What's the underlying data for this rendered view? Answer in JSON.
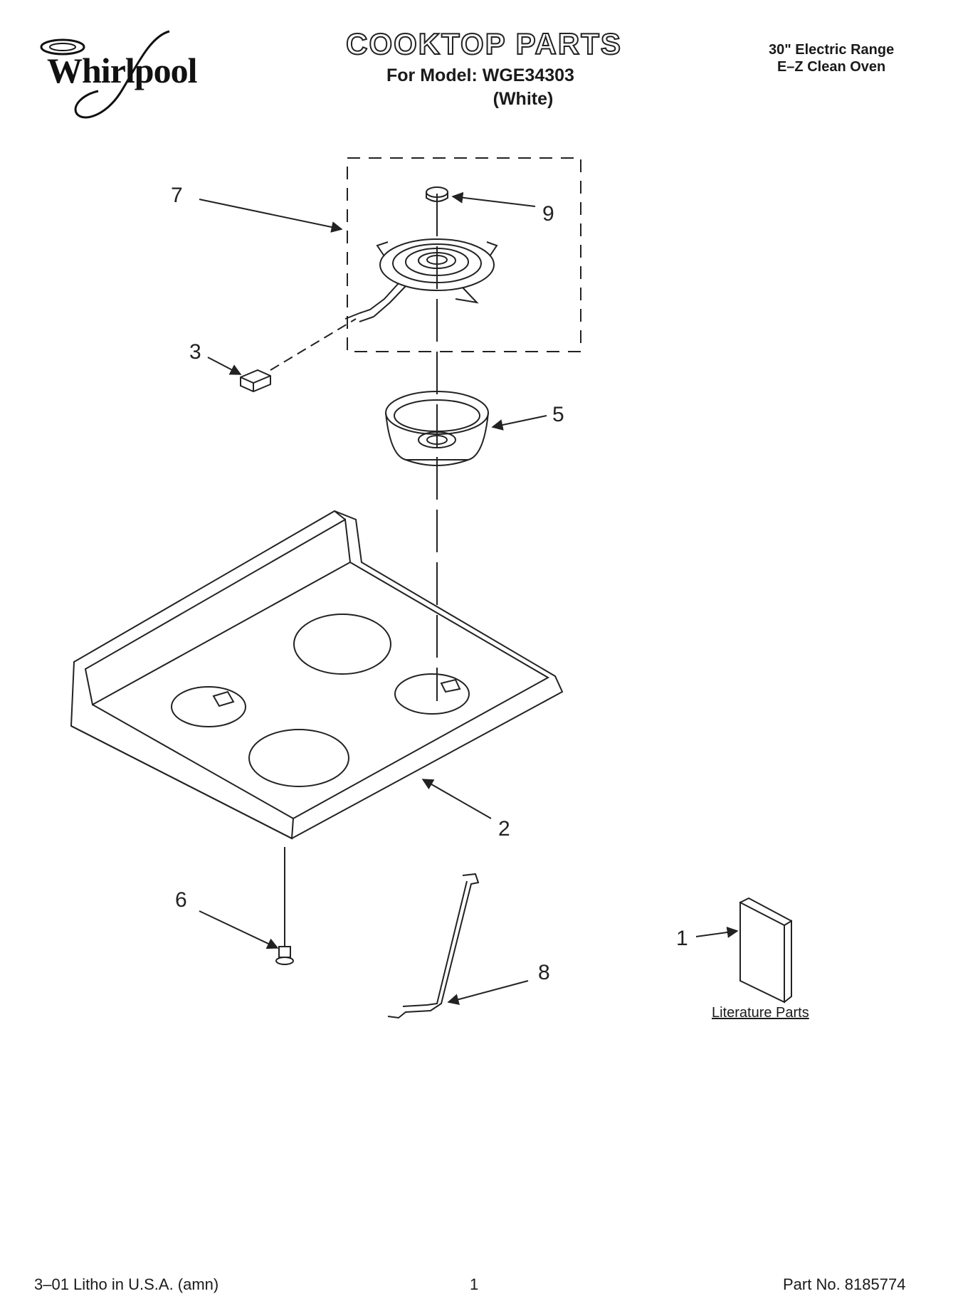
{
  "brand": {
    "logo_text": "Whirlpool"
  },
  "header": {
    "title": "COOKTOP PARTS",
    "model_line": "For Model: WGE34303",
    "color_line": "(White)",
    "product_line1": "30\" Electric Range",
    "product_line2": "E–Z Clean Oven"
  },
  "callouts": [
    "7",
    "9",
    "3",
    "5",
    "2",
    "6",
    "8",
    "1"
  ],
  "literature_label": "Literature Parts",
  "footer": {
    "left": "3–01 Litho in U.S.A. (amn)",
    "page": "1",
    "part_no": "Part No. 8185774"
  }
}
